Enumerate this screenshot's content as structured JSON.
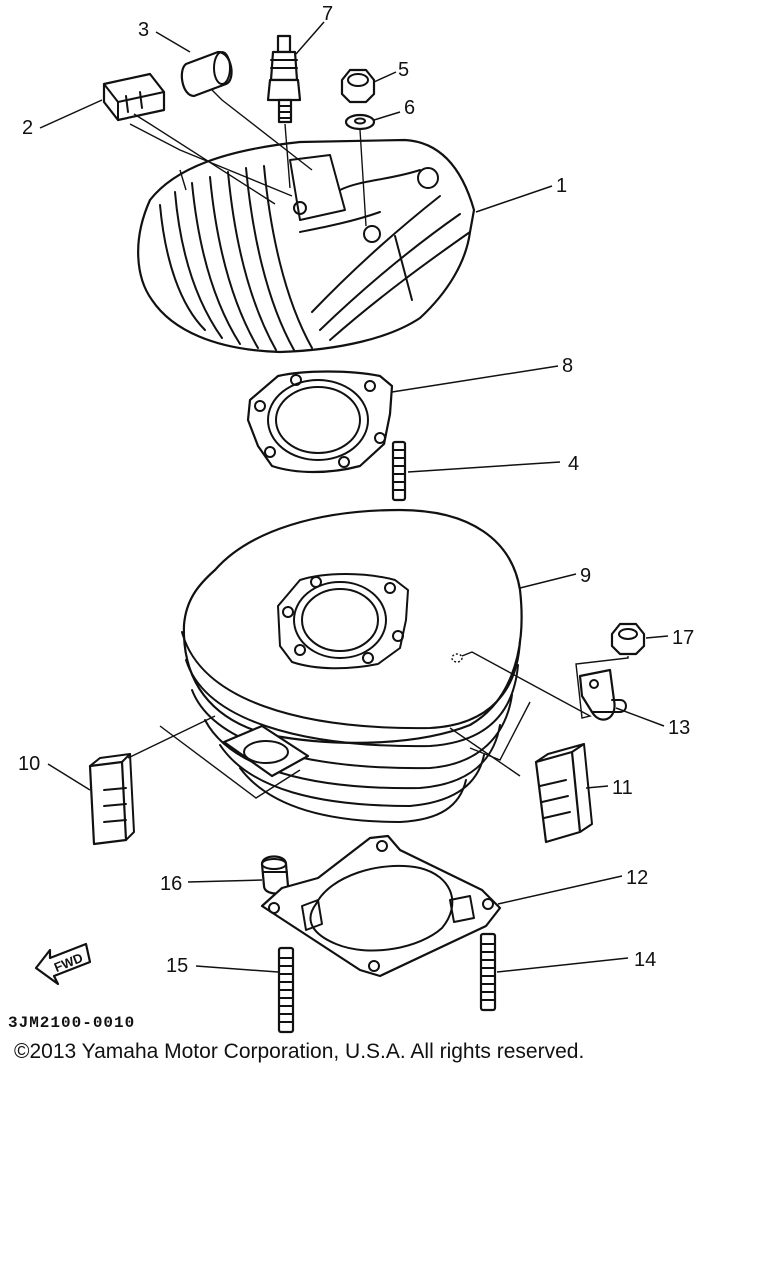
{
  "callouts": {
    "c1": "1",
    "c2": "2",
    "c3": "3",
    "c4": "4",
    "c5": "5",
    "c6": "6",
    "c7": "7",
    "c8": "8",
    "c9": "9",
    "c10": "10",
    "c11": "11",
    "c12": "12",
    "c13": "13",
    "c14": "14",
    "c15": "15",
    "c16": "16",
    "c17": "17"
  },
  "fwd_label": "FWD",
  "diagram_code": "3JM2100-0010",
  "copyright": "©2013 Yamaha Motor Corporation, U.S.A. All rights reserved."
}
